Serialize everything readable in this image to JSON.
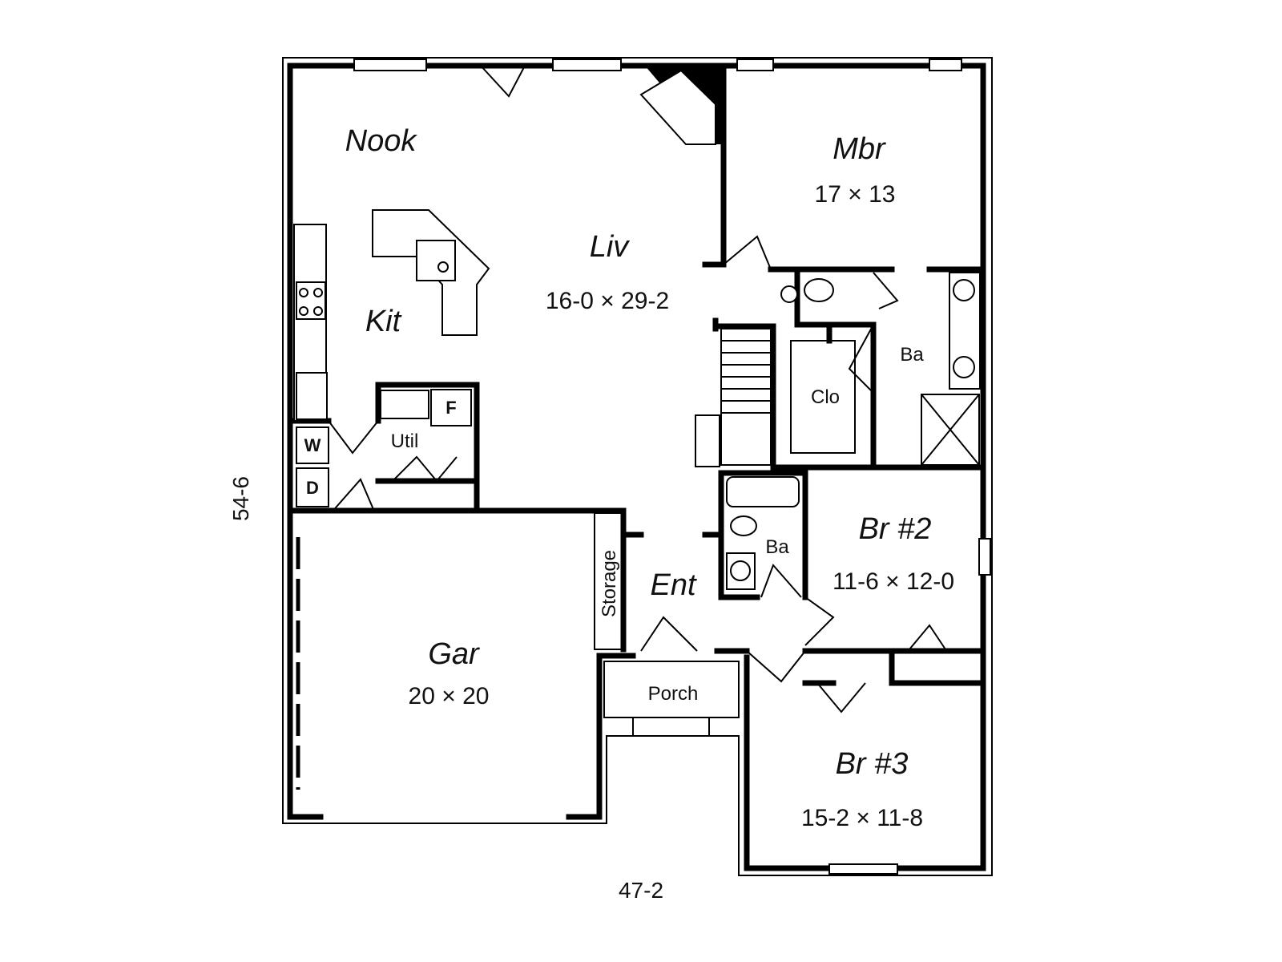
{
  "rooms": {
    "nook": {
      "name": "Nook"
    },
    "kitchen": {
      "name": "Kit"
    },
    "living": {
      "name": "Liv",
      "dims": "16-0 × 29-2"
    },
    "master_bedroom": {
      "name": "Mbr",
      "dims": "17 × 13"
    },
    "master_bath": {
      "name": "Ba"
    },
    "closet": {
      "name": "Clo"
    },
    "utility": {
      "name": "Util"
    },
    "hall_bath": {
      "name": "Ba"
    },
    "bedroom_2": {
      "name": "Br #2",
      "dims": "11-6 × 12-0"
    },
    "bedroom_3": {
      "name": "Br #3",
      "dims": "15-2 × 11-8"
    },
    "entry": {
      "name": "Ent"
    },
    "storage": {
      "name": "Storage"
    },
    "porch": {
      "name": "Porch"
    },
    "garage": {
      "name": "Gar",
      "dims": "20 × 20"
    }
  },
  "appliances": {
    "washer": "W",
    "dryer": "D",
    "freezer": "F"
  },
  "dimensions": {
    "overall_width": "47-2",
    "overall_depth": "54-6"
  }
}
